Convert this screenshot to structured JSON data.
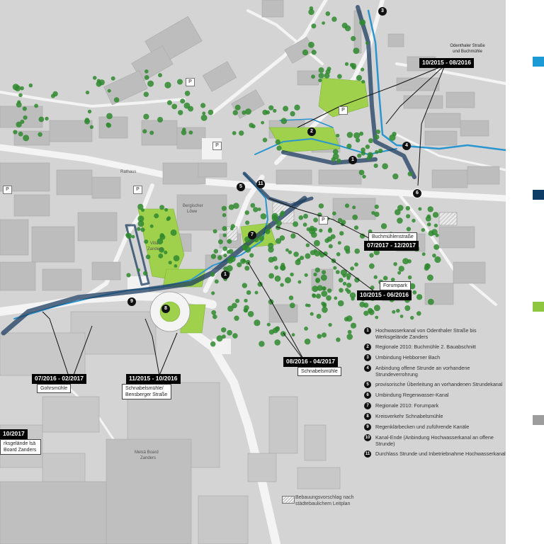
{
  "map": {
    "place_labels": {
      "rathaus": "Rathaus",
      "bergischer_loewe": "Bergischer Löwe",
      "villa_zanders": "Villa Zanders",
      "melsa_board": "Melsä Board Zanders"
    },
    "parking_label": "P",
    "callouts": [
      {
        "date": "10/2015 - 08/2016",
        "label": "Odenthaler Straße und Buchmühle"
      },
      {
        "date": "07/2017 - 12/2017",
        "label": "Buchmühlenstraße"
      },
      {
        "date": "10/2015 - 06/2016",
        "label": "Forumpark"
      },
      {
        "date": "08/2016 - 04/2017",
        "label": "Schnabelsmühle"
      },
      {
        "date": "11/2015 - 10/2016",
        "label": "Schnabelsmühle/ Bensberger Straße"
      },
      {
        "date": "07/2016 - 02/2017",
        "label": "Gohrsmühle"
      },
      {
        "date": "10/2017",
        "label": "rksgelände lsä Board Zanders"
      }
    ],
    "markers": [
      "1",
      "2",
      "3",
      "4",
      "5",
      "6",
      "7",
      "8",
      "9",
      "11"
    ],
    "legend_items": [
      {
        "num": "1",
        "text": "Hochwasserkanal von Odenthaler Straße bis Werksgelände Zanders"
      },
      {
        "num": "2",
        "text": "Regionale 2010: Buchmühle 2. Bauabschnitt"
      },
      {
        "num": "3",
        "text": "Umbindung Hebborner Bach"
      },
      {
        "num": "4",
        "text": "Anbindung offene Strunde an vorhandene Strundeverrohrung"
      },
      {
        "num": "5",
        "text": "provisorische Überleitung an vorhandenen Strundekanal"
      },
      {
        "num": "6",
        "text": "Umbindung Regenwasser-Kanal"
      },
      {
        "num": "7",
        "text": "Regionale 2010: Forumpark"
      },
      {
        "num": "8",
        "text": "Kreisverkehr Schnabelsmühle"
      },
      {
        "num": "9",
        "text": "Regenklärbecken und zuführende Kanäle"
      },
      {
        "num": "10",
        "text": "Kanal-Ende (Anbindung Hochwasserkanal an offene Strunde)"
      },
      {
        "num": "11",
        "text": "Durchlass Strunde und Inbetriebnahme Hochwasserkanal"
      }
    ],
    "hatch_legend": "Bebauungsvorschlag nach städtebaulichem Leitplan",
    "colors": {
      "legend_blue": "#1b9ad6",
      "legend_navy": "#0d3c66",
      "legend_green": "#8ec63f",
      "legend_gray": "#9d9d9d",
      "water": "#2b95cf",
      "park": "#9fd14c",
      "tree": "#2f8a2f"
    }
  }
}
